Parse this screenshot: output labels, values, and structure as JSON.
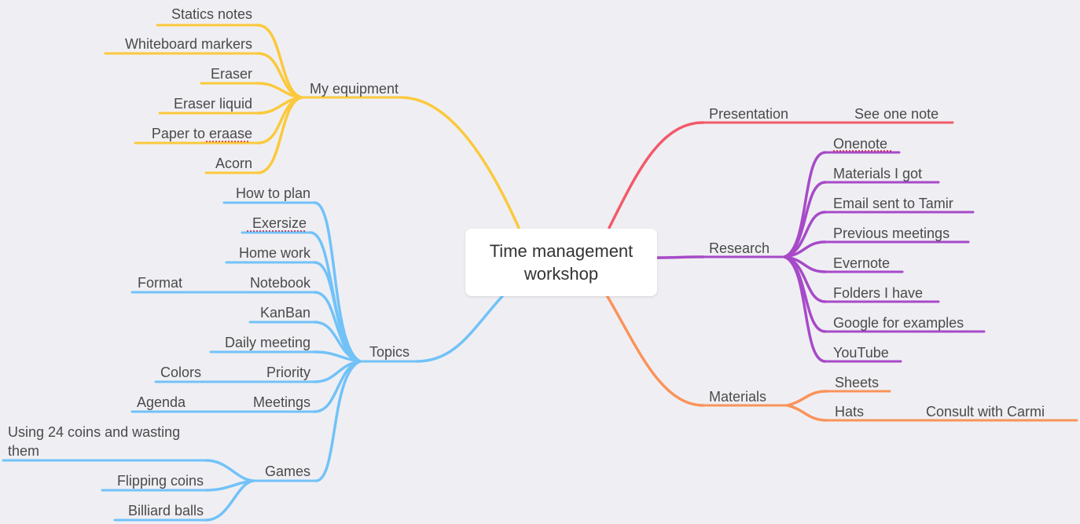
{
  "central": {
    "line1": "Time management",
    "line2": "workshop"
  },
  "colors": {
    "equipment": "#fbc93d",
    "topics": "#72c2f8",
    "presentation": "#f35a6a",
    "research": "#a74ac8",
    "materials": "#fa935a"
  },
  "branches": {
    "equipment": {
      "label": "My equipment",
      "items": [
        "Statics notes",
        "Whiteboard markers",
        "Eraser",
        "Eraser liquid",
        "Paper to eraase",
        "Acorn"
      ]
    },
    "topics": {
      "label": "Topics",
      "items": [
        "How to plan",
        "Exersize",
        "Home work",
        "Notebook",
        "KanBan",
        "Daily meeting",
        "Priority",
        "Meetings",
        "Games"
      ],
      "notebook_child": "Format",
      "priority_child": "Colors",
      "meetings_child": "Agenda",
      "games_children": [
        "Using 24 coins and wasting",
        "them",
        "Flipping coins",
        "Billiard balls"
      ]
    },
    "presentation": {
      "label": "Presentation",
      "child": "See one note"
    },
    "research": {
      "label": "Research",
      "items": [
        "Onenote",
        "Materials I got",
        "Email sent to Tamir",
        "Previous meetings",
        "Evernote",
        "Folders I have",
        "Google for examples",
        "YouTube"
      ]
    },
    "materials": {
      "label": "Materials",
      "items": [
        "Sheets",
        "Hats"
      ],
      "hats_child": "Consult with Carmi"
    }
  }
}
